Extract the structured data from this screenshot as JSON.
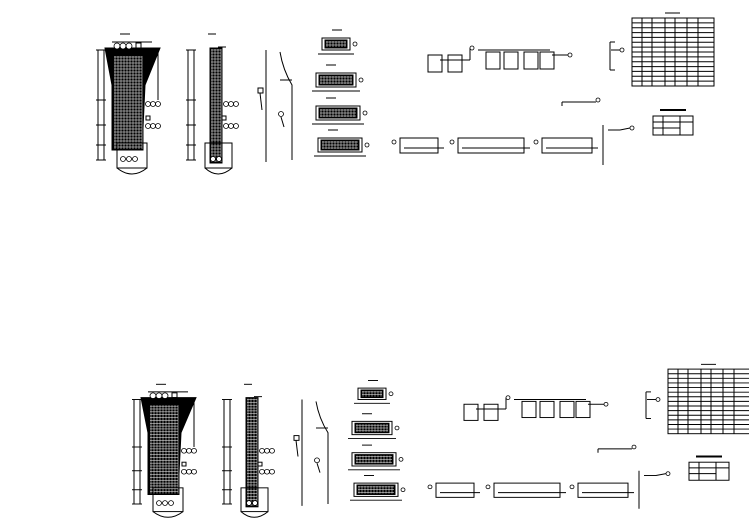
{
  "drawing": {
    "sheet_count": 2,
    "ink_color": "#000000",
    "background_color": "#ffffff",
    "schedule_table": {
      "rows": 14,
      "cols": 7
    },
    "summary_table": {
      "rows": 3,
      "cols": 3
    }
  }
}
